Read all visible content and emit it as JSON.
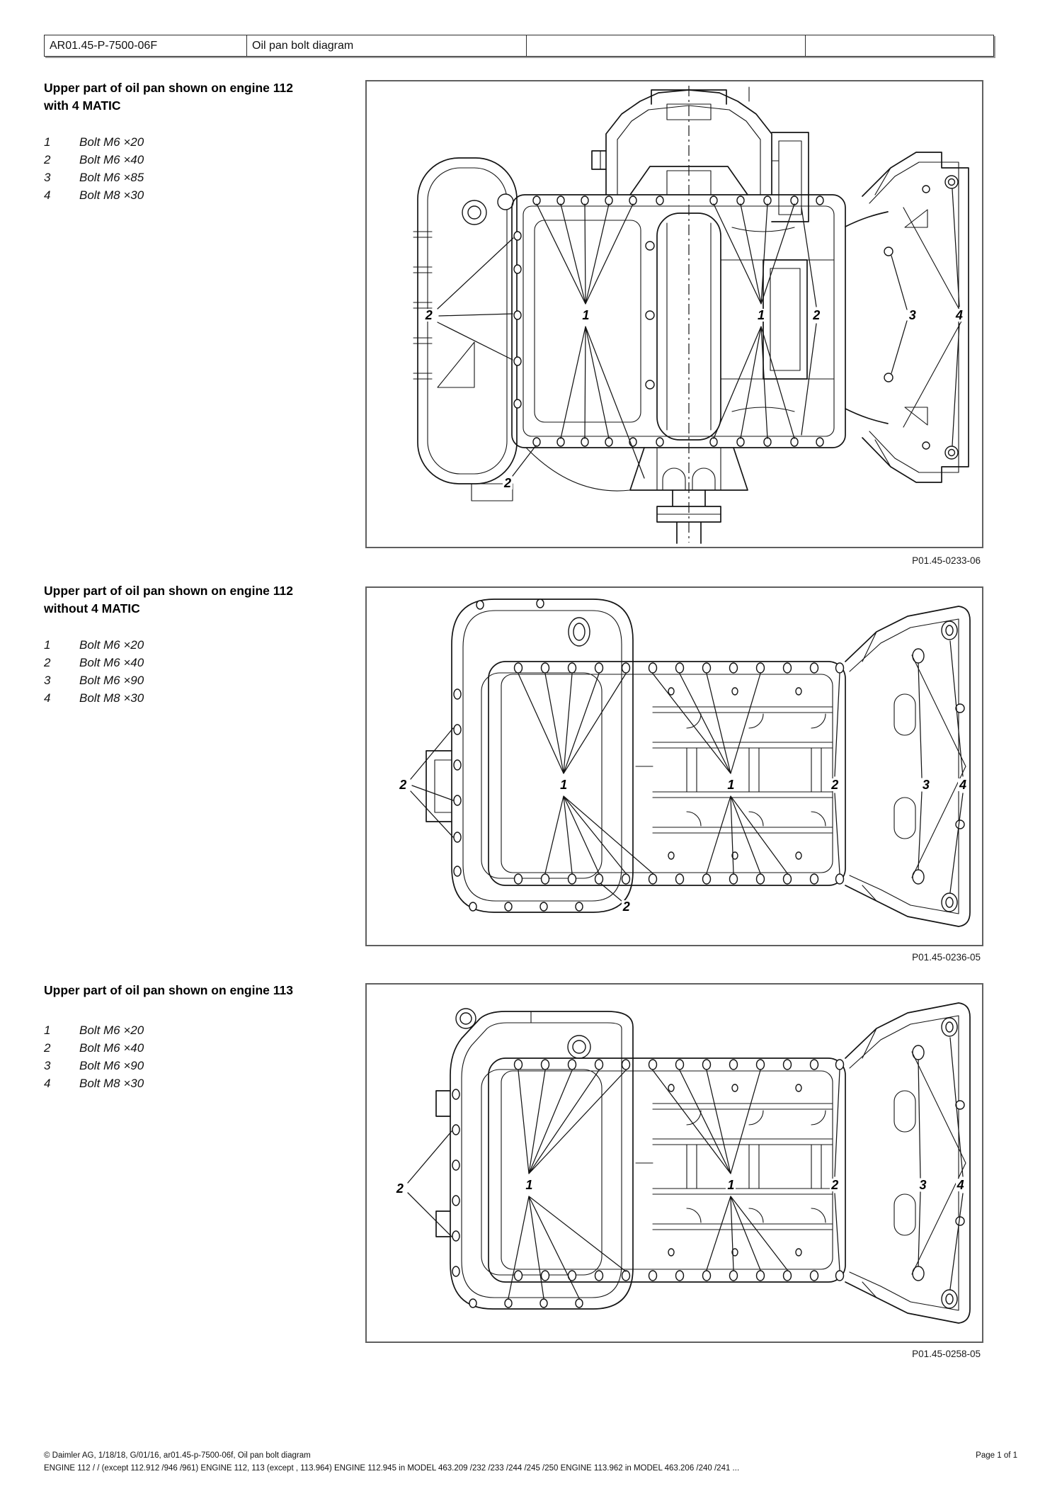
{
  "header": {
    "cells": [
      "AR01.45-P-7500-06F",
      "Oil pan bolt diagram",
      "",
      ""
    ]
  },
  "sections": [
    {
      "heading": "Upper part of oil pan shown on engine 112 with 4 MATIC",
      "heading_lines": [
        "Upper part of oil pan shown on engine 112",
        "with 4 MATIC"
      ],
      "items": [
        {
          "num": "1",
          "text": "Bolt M6 ×20"
        },
        {
          "num": "2",
          "text": "Bolt M6 ×40"
        },
        {
          "num": "3",
          "text": "Bolt M6 ×85"
        },
        {
          "num": "4",
          "text": "Bolt M8 ×30"
        }
      ],
      "figure_code": "P01.45-0233-06",
      "callouts": [
        "2",
        "1",
        "1",
        "2",
        "3",
        "4",
        "2"
      ]
    },
    {
      "heading": "Upper part of oil pan shown on engine 112 without 4 MATIC",
      "heading_lines": [
        "Upper part of oil pan shown on engine 112",
        "without 4 MATIC"
      ],
      "items": [
        {
          "num": "1",
          "text": "Bolt M6 ×20"
        },
        {
          "num": "2",
          "text": "Bolt M6 ×40"
        },
        {
          "num": "3",
          "text": "Bolt M6 ×90"
        },
        {
          "num": "4",
          "text": "Bolt M8 ×30"
        }
      ],
      "figure_code": "P01.45-0236-05",
      "callouts": [
        "2",
        "1",
        "1",
        "2",
        "3",
        "4",
        "2"
      ]
    },
    {
      "heading": "Upper part of oil pan shown on engine 113",
      "heading_lines": [
        "Upper part of oil pan shown on engine 113"
      ],
      "items": [
        {
          "num": "1",
          "text": "Bolt M6 ×20"
        },
        {
          "num": "2",
          "text": "Bolt M6 ×40"
        },
        {
          "num": "3",
          "text": "Bolt M6 ×90"
        },
        {
          "num": "4",
          "text": "Bolt M8 ×30"
        }
      ],
      "figure_code": "P01.45-0258-05",
      "callouts": [
        "2",
        "1",
        "1",
        "2",
        "3",
        "4"
      ]
    }
  ],
  "footer": {
    "copyright": "© Daimler AG, 1/18/18, G/01/16, ar01.45-p-7500-06f, Oil pan bolt diagram",
    "page_label": "Page 1 of 1",
    "models": "ENGINE 112 / / (except 112.912 /946 /961) ENGINE 112, 113 (except , 113.964) ENGINE 112.945 in MODEL 463.209 /232 /233 /244 /245 /250 ENGINE 113.962 in MODEL 463.206 /240 /241 ..."
  }
}
